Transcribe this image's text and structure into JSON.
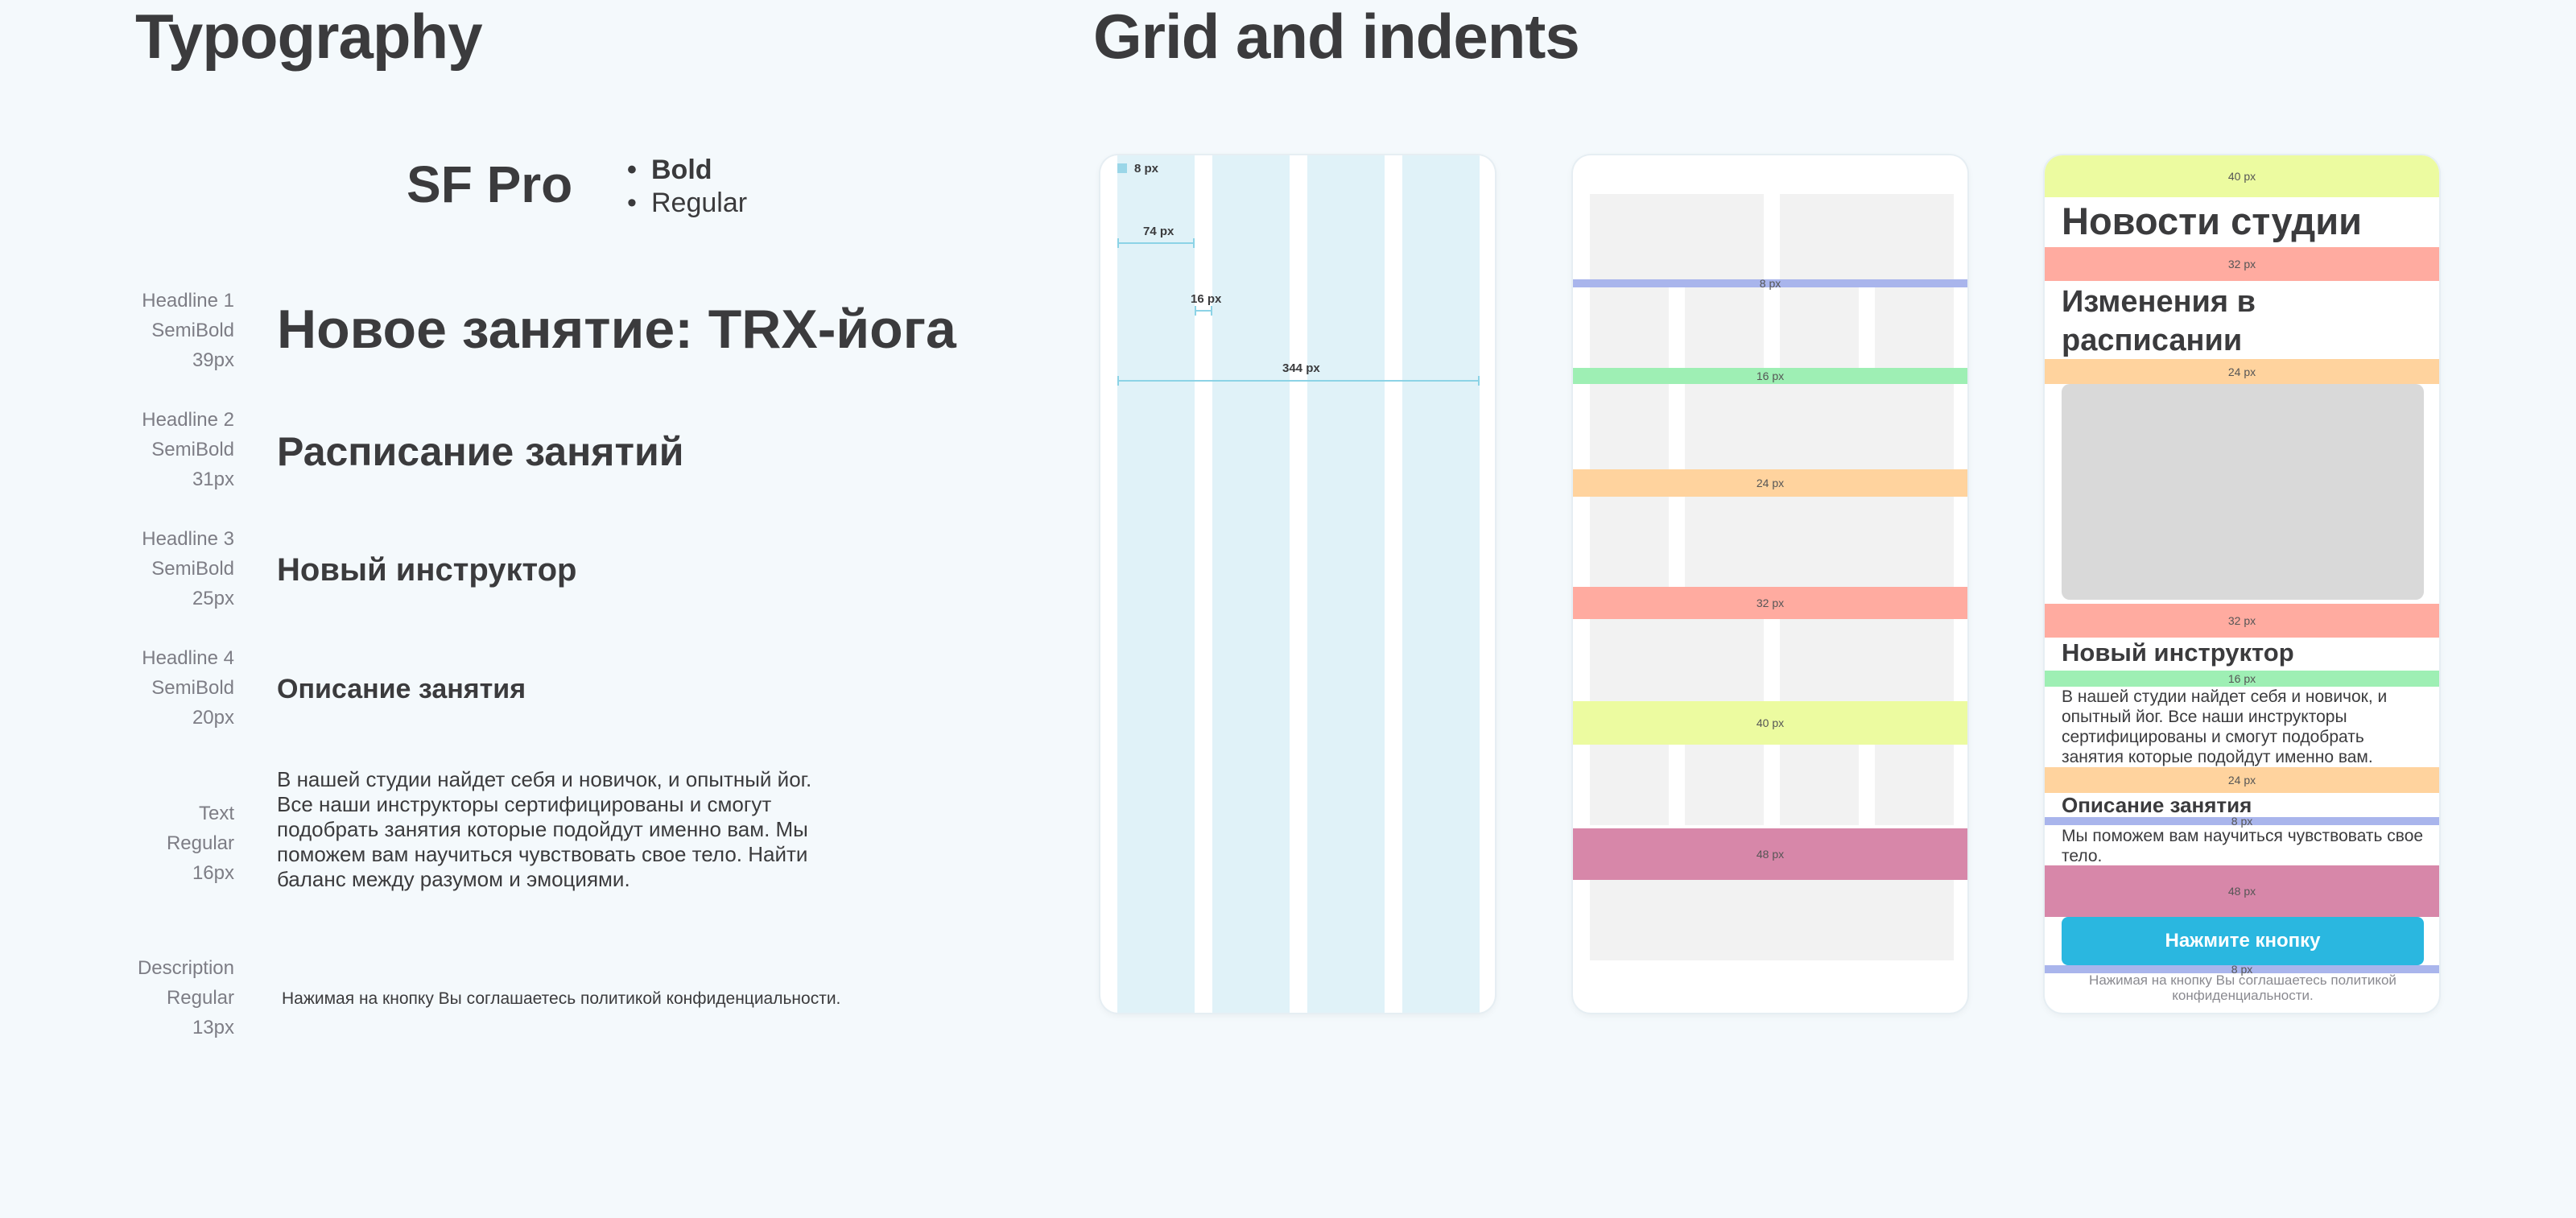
{
  "typography": {
    "title": "Typography",
    "font_name": "SF Pro",
    "weights": [
      "Bold",
      "Regular"
    ],
    "styles": [
      {
        "name": "Headline 1",
        "weight": "SemiBold",
        "size": "39px",
        "sample": "Новое занятие: TRX-йога"
      },
      {
        "name": "Headline 2",
        "weight": "SemiBold",
        "size": "31px",
        "sample": "Расписание занятий"
      },
      {
        "name": "Headline 3",
        "weight": "SemiBold",
        "size": "25px",
        "sample": "Новый инструктор"
      },
      {
        "name": "Headline 4",
        "weight": "SemiBold",
        "size": "20px",
        "sample": "Описание занятия"
      },
      {
        "name": "Text",
        "weight": "Regular",
        "size": "16px",
        "sample": "В нашей студии найдет себя и новичок, и опытный йог. Все наши инструкторы сертифицированы и смогут подобрать занятия которые подойдут именно вам. Мы поможем вам научиться чувствовать свое тело. Найти баланс между разумом и эмоциями."
      },
      {
        "name": "Description",
        "weight": "Regular",
        "size": "13px",
        "sample": "Нажимая на кнопку Вы соглашаетесь политикой конфиденциальности."
      }
    ]
  },
  "grid": {
    "title": "Grid and indents",
    "columns_phone": {
      "margin_label": "8 px",
      "column_label": "74 px",
      "gutter_label": "16 px",
      "content_label": "344 px"
    },
    "indents_phone": {
      "bands": [
        {
          "label": "8 px",
          "color": "#a9b5ec"
        },
        {
          "label": "16 px",
          "color": "#9eefb4"
        },
        {
          "label": "24 px",
          "color": "#ffd39e"
        },
        {
          "label": "32 px",
          "color": "#ffaba0"
        },
        {
          "label": "40 px",
          "color": "#ecfba0"
        },
        {
          "label": "48 px",
          "color": "#d787a9"
        }
      ]
    },
    "example_phone": {
      "band_40": "40 px",
      "headline1": "Новости студии",
      "band_32a": "32 px",
      "headline2": "Изменения в расписании",
      "band_24a": "24 px",
      "band_32b": "32 px",
      "headline3": "Новый инструктор",
      "band_16": "16 px",
      "body1": "В нашей студии найдет себя и новичок, и опытный йог. Все наши инструкторы сертифицированы и смогут подобрать занятия которые подойдут именно вам.",
      "band_24b": "24 px",
      "headline4": "Описание занятия",
      "band_8a": "8 px",
      "body2": "Мы поможем вам научиться чувствовать свое тело.",
      "band_48": "48 px",
      "button_label": "Нажмите кнопку",
      "band_8b": "8 px",
      "description": "Нажимая на кнопку Вы соглашаетесь политикой конфиденциальности."
    }
  },
  "colors": {
    "background": "#f4f9fc",
    "accent": "#2ab7e0",
    "column": "#e0f2f8",
    "placeholder": "#f2f2f2",
    "image_placeholder": "#d9d9d9"
  }
}
